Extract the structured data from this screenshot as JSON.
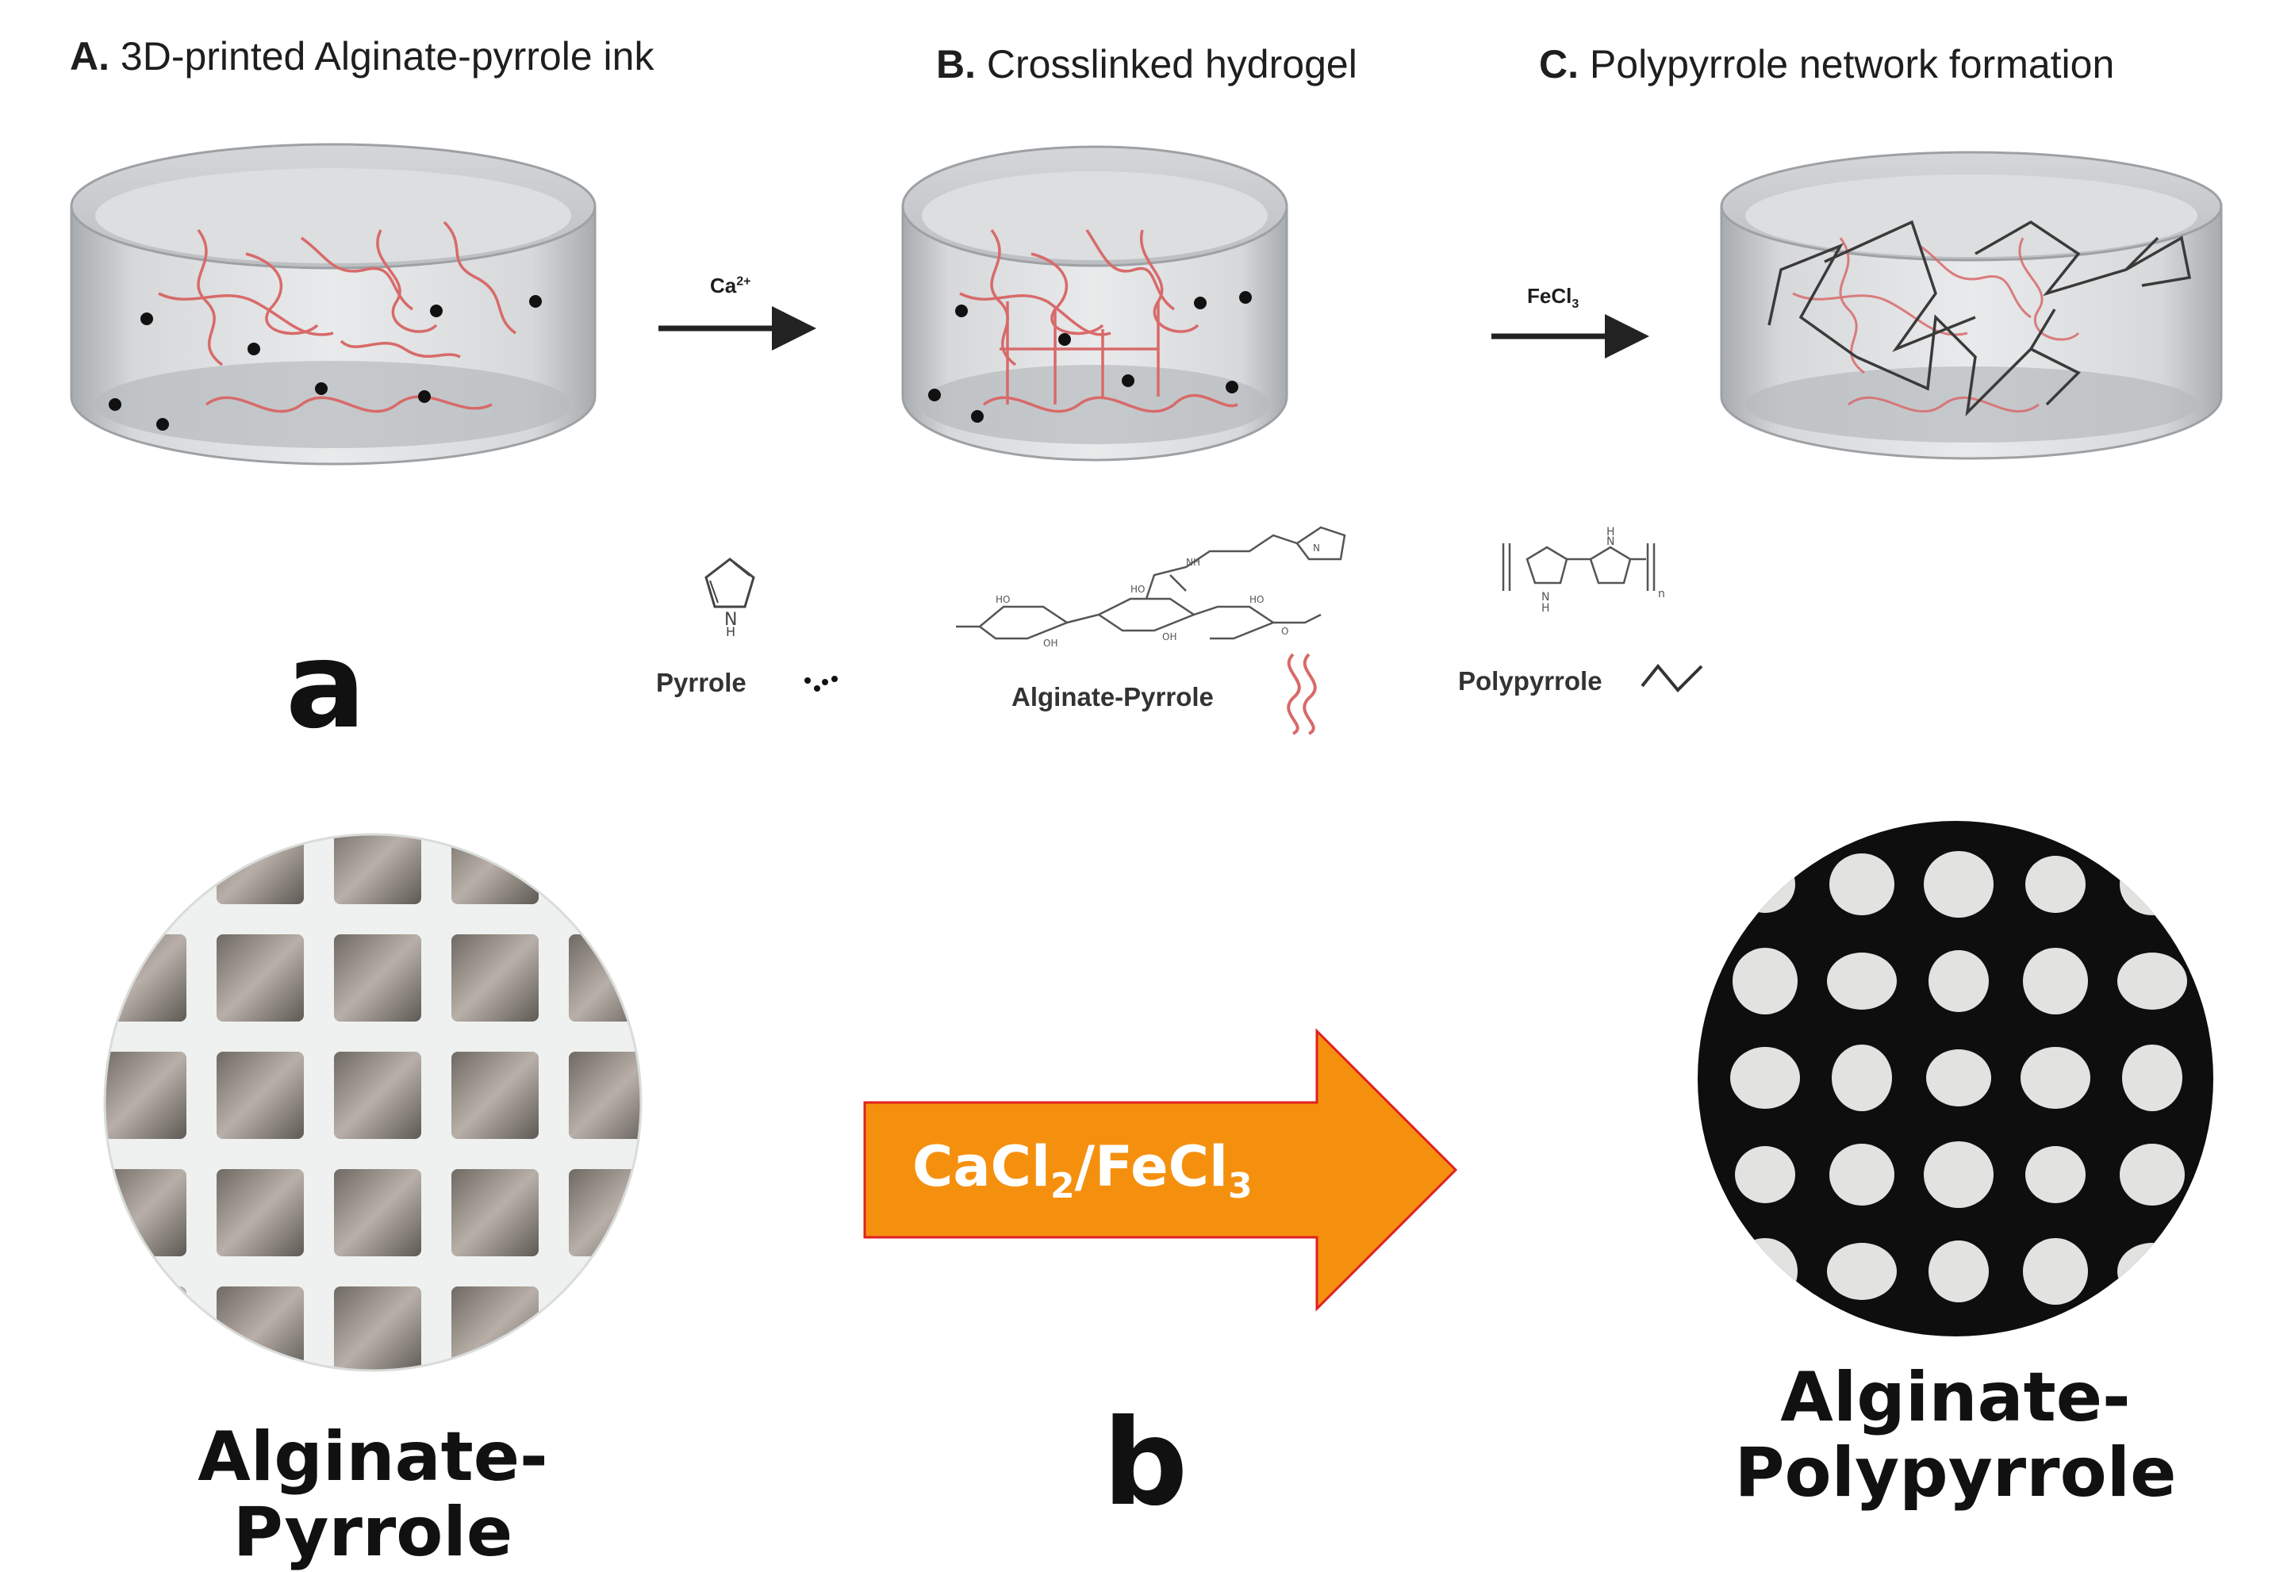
{
  "panel_a": {
    "label": "a",
    "steps": [
      {
        "letter": "A.",
        "title": "3D-printed Alginate-pyrrole ink"
      },
      {
        "letter": "B.",
        "title": "Crosslinked hydrogel"
      },
      {
        "letter": "C.",
        "title": "Polypyrrole network formation"
      }
    ],
    "reagents": [
      {
        "base": "Ca",
        "sup": "2+"
      },
      {
        "base": "FeCl",
        "sub": "3"
      }
    ],
    "legend": [
      {
        "label": "Pyrrole",
        "symbol": "black-dots"
      },
      {
        "label": "Alginate-Pyrrole",
        "symbol": "red-wavy-lines"
      },
      {
        "label": "Polypyrrole",
        "symbol": "black-zigzag"
      }
    ],
    "colors": {
      "alginate_chain": "#d86a6a",
      "polypyrrole": "#3a3a3a",
      "dish": "#c9cbcd"
    }
  },
  "panel_b": {
    "label": "b",
    "left_caption": "Alginate-Pyrrole",
    "right_caption_line1": "Alginate-",
    "right_caption_line2": "Polypyrrole",
    "arrow": {
      "part1": "CaCl",
      "sub1": "2",
      "part2": "/FeCl",
      "sub2": "3"
    },
    "colors": {
      "arrow": "#f5900f",
      "arrow_border": "#e02020"
    }
  }
}
